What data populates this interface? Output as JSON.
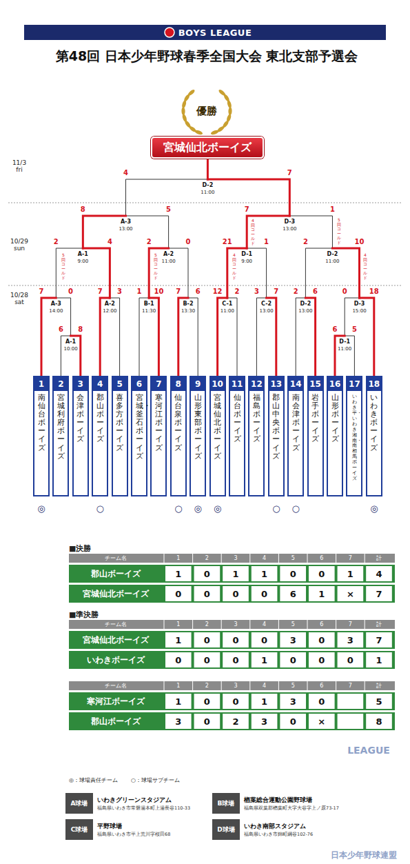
{
  "diagram": {
    "title": "第48回 日本少年野球春季全国大会 東北支部予選会",
    "nodes": [
      {
        "text": [
          "宮城仙北ボーイズ"
        ]
      },
      {
        "text": [
          "1",
          "南仙台ボーイズ"
        ]
      },
      {
        "text": [
          "2",
          "宮城利府ボーイズ"
        ]
      },
      {
        "text": [
          "3",
          "会津ボーイズ"
        ]
      },
      {
        "text": [
          "4",
          "郡山ボーイズ"
        ]
      },
      {
        "text": [
          "5",
          "喜多方ボーイズ"
        ]
      },
      {
        "text": [
          "6",
          "宮城・釜石ボーイズ"
        ]
      },
      {
        "text": [
          "7",
          "寒河江ボーイズ"
        ]
      },
      {
        "text": [
          "8",
          "仙台泉ボーイズ"
        ]
      },
      {
        "text": [
          "9",
          "山形東部ボーイズ"
        ]
      },
      {
        "text": [
          "10",
          "宮城仙北ボーイズ"
        ]
      },
      {
        "text": [
          "11",
          "仙台ボーイズ"
        ]
      },
      {
        "text": [
          "12",
          "福島ボーイズ"
        ]
      },
      {
        "text": [
          "13",
          "郡山中央ボーイズ"
        ]
      },
      {
        "text": [
          "14",
          "南会津ボーイズ"
        ]
      },
      {
        "text": [
          "15",
          "岩手ボーイズ"
        ]
      },
      {
        "text": [
          "16",
          "山形ボーイズ"
        ]
      },
      {
        "text": [
          "17",
          "いわき平・いわき湘南・南相馬ボーイズ"
        ]
      },
      {
        "text": [
          "18",
          "いわきボーイズ"
        ]
      },
      {
        "text": [
          "A球場",
          "いわきグリーンスタジアム",
          "福島県いわき市常磐湯本町上湯長谷110-33"
        ]
      },
      {
        "text": [
          "B球場",
          "楢葉総合運動公園野球場",
          "福島県双葉郡楢葉町大字大谷字上ノ原73-17"
        ]
      },
      {
        "text": [
          "C球場",
          "平野球場",
          "福島県いわき市平上荒川字桜田68"
        ]
      },
      {
        "text": [
          "D球場",
          "いわき南部スタジアム",
          "福島県いわき市錦町綱谷102-76"
        ]
      }
    ],
    "labels": [
      "BOYS LEAGUE",
      "優勝",
      "11/3",
      "fri",
      "10/29",
      "sun",
      "10/28",
      "sat",
      "4",
      "7",
      "D-2",
      "11:00",
      "8",
      "5",
      "A-3",
      "13:00",
      "7",
      "1",
      "D-3",
      "13:00",
      "2",
      "4",
      "A-1",
      "9:00",
      "2",
      "0",
      "A-2",
      "11:00",
      "21",
      "1",
      "D-1",
      "9:00",
      "2",
      "10",
      "D-2",
      "11:00",
      "7",
      "0",
      "A-3",
      "14:00",
      "7",
      "3",
      "A-2",
      "12:00",
      "1",
      "10",
      "B-1",
      "11:30",
      "7",
      "6",
      "B-2",
      "13:30",
      "12",
      "2",
      "C-1",
      "11:00",
      "3",
      "7",
      "C-2",
      "13:00",
      "2",
      "6",
      "D-2",
      "13:00",
      "0",
      "18",
      "D-3",
      "15:00",
      "6",
      "8",
      "A-1",
      "10:00",
      "6",
      "5",
      "D-1",
      "11:00",
      "4回コールド",
      "5回コールド",
      "5回コールド",
      "5回コールド",
      "4回コールド",
      "4回コールド",
      "◎",
      "○",
      "○",
      "◎",
      "◎",
      "○",
      "○",
      "◎",
      "■決勝",
      "チーム名",
      "1",
      "2",
      "3",
      "4",
      "5",
      "6",
      "7",
      "計",
      "郡山ボーイズ",
      "1",
      "0",
      "1",
      "1",
      "0",
      "0",
      "1",
      "4",
      "宮城仙北ボーイズ",
      "0",
      "0",
      "0",
      "0",
      "6",
      "1",
      "×",
      "7",
      "■準決勝",
      "チーム名",
      "1",
      "2",
      "3",
      "4",
      "5",
      "6",
      "7",
      "計",
      "宮城仙北ボーイズ",
      "1",
      "0",
      "0",
      "0",
      "3",
      "0",
      "3",
      "7",
      "いわきボーイズ",
      "0",
      "0",
      "0",
      "1",
      "0",
      "0",
      "0",
      "1",
      "チーム名",
      "1",
      "2",
      "3",
      "4",
      "5",
      "6",
      "7",
      "計",
      "寒河江ボーイズ",
      "1",
      "0",
      "0",
      "1",
      "3",
      "0",
      "5",
      "郡山ボーイズ",
      "3",
      "0",
      "2",
      "3",
      "0",
      "×",
      "8",
      "◎：球場責任チーム",
      "○：球場サブチーム",
      "LEAGUE",
      "日本少年野球連盟"
    ]
  }
}
